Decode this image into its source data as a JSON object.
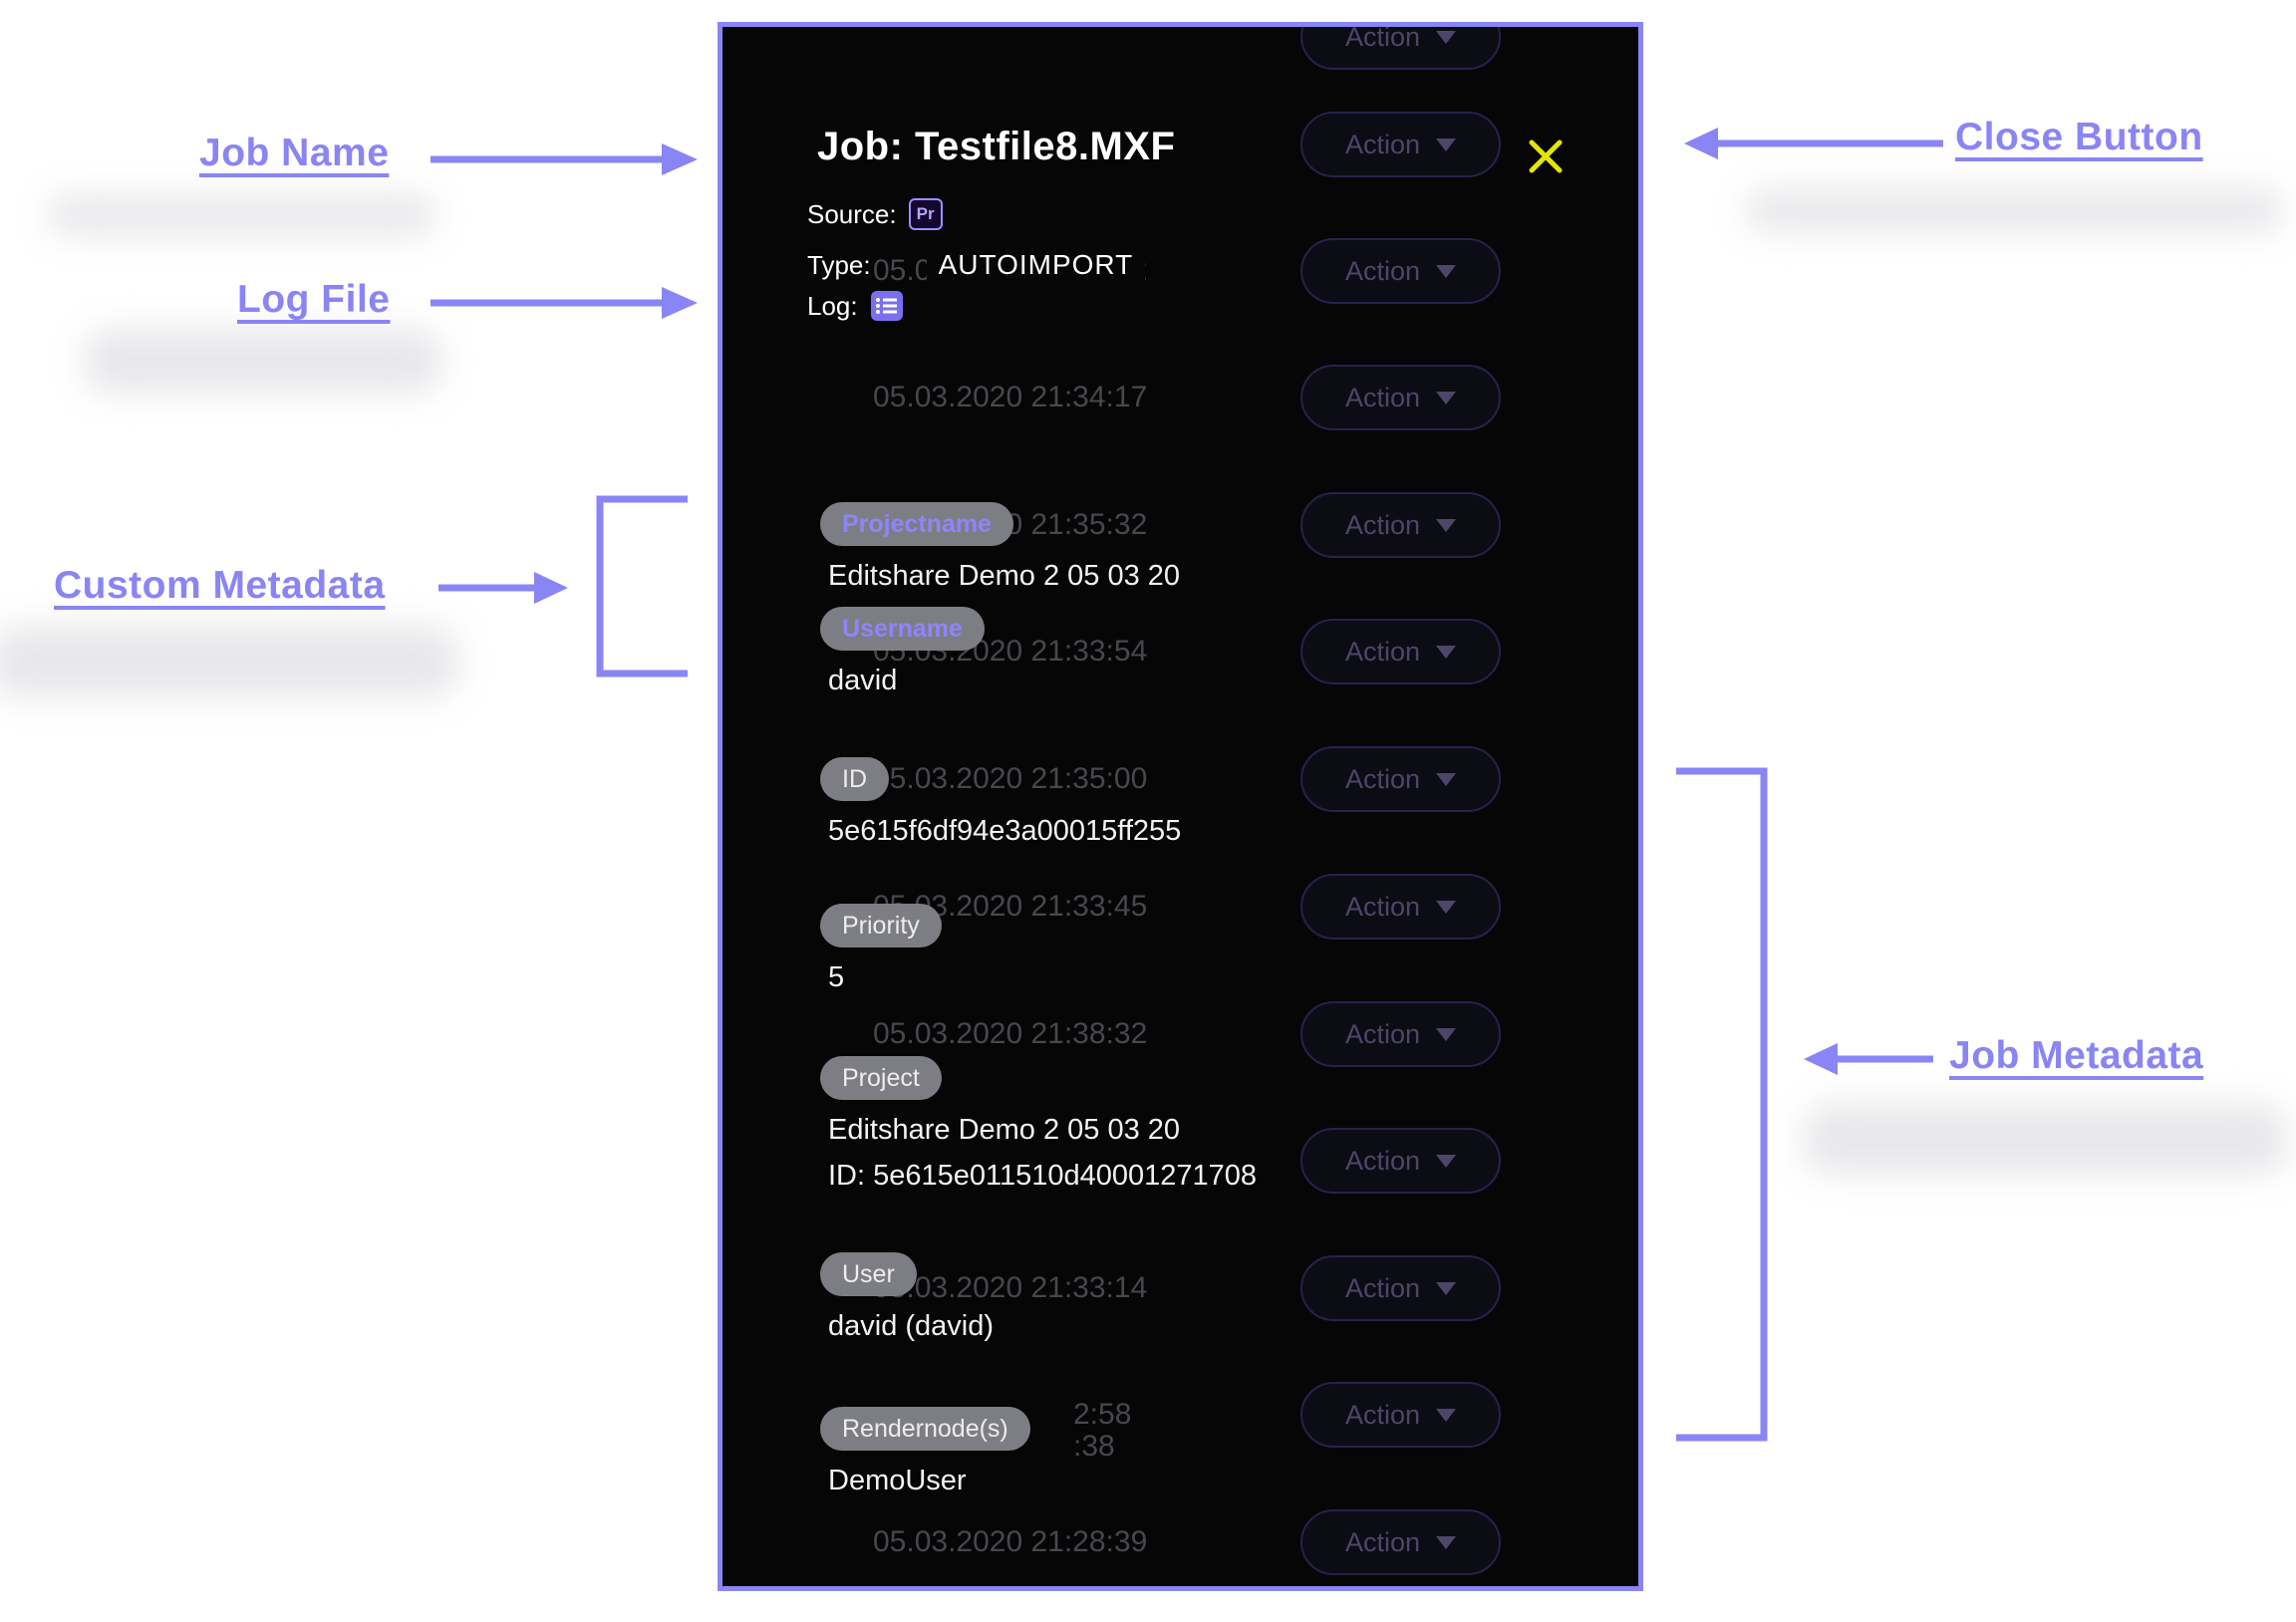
{
  "annotations": {
    "job_name": "Job Name",
    "log_file": "Log File",
    "custom_metadata": "Custom Metadata",
    "close_button": "Close Button",
    "job_metadata": "Job Metadata"
  },
  "modal": {
    "title": "Job: Testfile8.MXF",
    "source_label": "Source:",
    "source_icon_text": "Pr",
    "type_label": "Type:",
    "type_value": "AUTOIMPORT",
    "log_label": "Log:",
    "fields": [
      {
        "tag": "Projectname",
        "values": [
          "Editshare Demo 2 05 03 20"
        ]
      },
      {
        "tag": "Username",
        "values": [
          "david"
        ]
      },
      {
        "tag": "ID",
        "values": [
          "5e615f6df94e3a00015ff255"
        ]
      },
      {
        "tag": "Priority",
        "values": [
          "5"
        ]
      },
      {
        "tag": "Project",
        "values": [
          "Editshare Demo 2 05 03 20",
          "ID: 5e615e011510d40001271708"
        ]
      },
      {
        "tag": "User",
        "values": [
          "david (david)"
        ]
      },
      {
        "tag": "Rendernode(s)",
        "values": [
          "DemoUser"
        ]
      }
    ]
  },
  "background": {
    "action_label": "Action",
    "rows": [
      "",
      "",
      "05.03.2020 21:31:52",
      "05.03.2020 21:34:17",
      "05.03.2020 21:35:32",
      "05.03.2020 21:33:54",
      "05.03.2020 21:35:00",
      "05.03.2020 21:33:45",
      "05.03.2020 21:38:32",
      "",
      "05.03.2020 21:33:14",
      "2:58",
      "05.03.2020 21:28:39"
    ],
    "fragment": ":38"
  },
  "colors": {
    "accent_purple": "#8a85f4",
    "close_yellow": "#e3e600",
    "chip_gray": "#7d7d84",
    "panel_bg": "#060606"
  }
}
